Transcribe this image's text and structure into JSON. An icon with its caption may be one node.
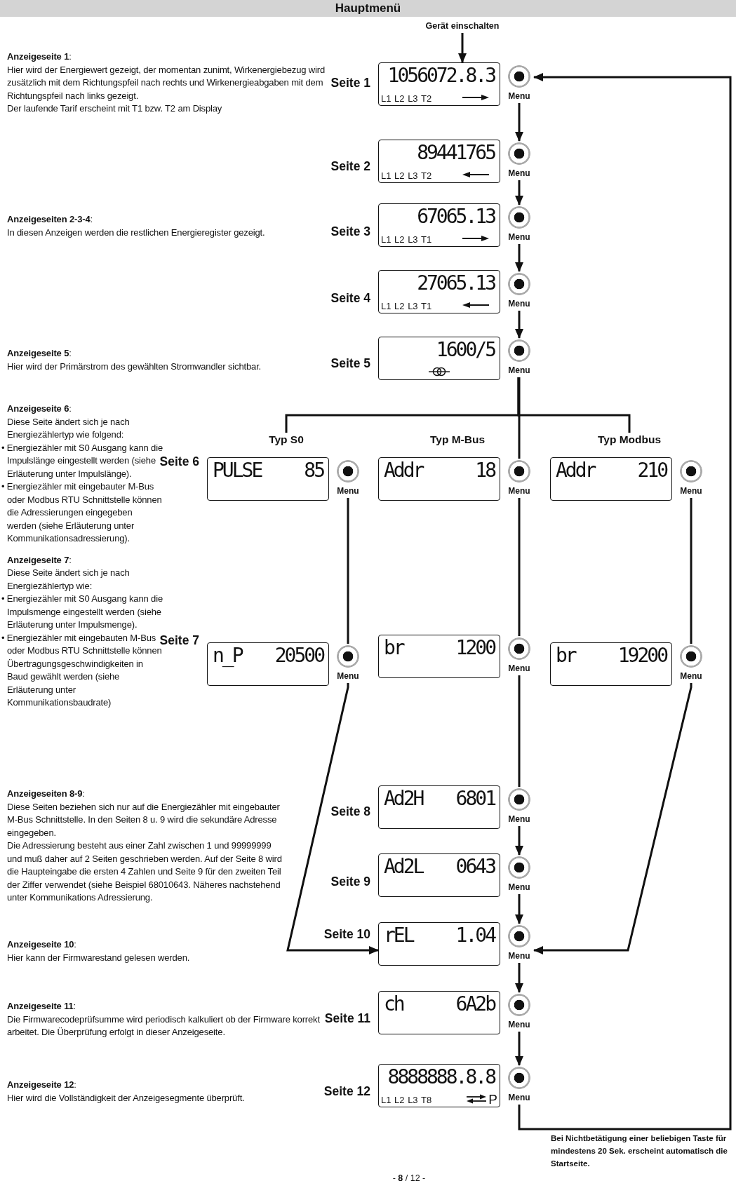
{
  "diagram": {
    "title": "Hauptmenü",
    "nodes": [
      {
        "text": [
          "Gerät einschalten"
        ]
      },
      {
        "text": [
          "1056072.8.3",
          "L1 L2 L3 T2"
        ],
        "beside": [
          "Seite 1"
        ]
      },
      {
        "text": [
          "Menu"
        ]
      },
      {
        "text": [
          "89441765",
          "L1 L2 L3 T2"
        ],
        "beside": [
          "Seite 2"
        ]
      },
      {
        "text": [
          "Menu"
        ]
      },
      {
        "text": [
          "67065.13",
          "L1 L2 L3 T1"
        ],
        "beside": [
          "Seite 3"
        ]
      },
      {
        "text": [
          "Menu"
        ]
      },
      {
        "text": [
          "27065.13",
          "L1 L2 L3 T1"
        ],
        "beside": [
          "Seite 4"
        ]
      },
      {
        "text": [
          "Menu"
        ]
      },
      {
        "text": [
          "1600/5"
        ],
        "beside": [
          "Seite 5"
        ]
      },
      {
        "text": [
          "Menu"
        ]
      },
      {
        "text": [
          "Typ S0"
        ]
      },
      {
        "text": [
          "Typ Modbus"
        ]
      },
      {
        "text": [
          "PULSE 85"
        ],
        "beside": [
          "Seite 6"
        ]
      },
      {
        "text": [
          "Menu"
        ]
      },
      {
        "text": [
          "Addr 18"
        ]
      },
      {
        "text": [
          "Menu"
        ]
      },
      {
        "text": [
          "Addr 210"
        ]
      },
      {
        "text": [
          "Menu"
        ]
      },
      {
        "text": [
          "n_P 20500"
        ],
        "beside": [
          "Seite 7"
        ]
      },
      {
        "text": [
          "Menu"
        ]
      },
      {
        "text": [
          "br 1200"
        ]
      },
      {
        "text": [
          "Menu"
        ]
      },
      {
        "text": [
          "br 19200"
        ]
      },
      {
        "text": [
          "Menu"
        ]
      },
      {
        "text": [
          "Ad2H 6801"
        ],
        "beside": [
          "Seite 8"
        ]
      },
      {
        "text": [
          "Menu"
        ]
      },
      {
        "text": [
          "Ad2L 0643"
        ],
        "beside": [
          "Seite 9"
        ]
      },
      {
        "text": [
          "Menu"
        ]
      },
      {
        "text": [
          "rEL 1.04"
        ],
        "beside": [
          "Seite 10"
        ]
      },
      {
        "text": [
          "Menu"
        ]
      },
      {
        "text": [
          "ch 6A2b"
        ],
        "beside": [
          "Seite 11"
        ]
      },
      {
        "text": [
          "Menu"
        ]
      },
      {
        "text": [
          "8888888.8.8",
          "L1 L2 L3 T8",
          "P"
        ],
        "beside": [
          "Seite 12"
        ]
      },
      {
        "text": [
          "Menu"
        ]
      }
    ],
    "edges": [
      {
        "from": 0,
        "to": 1,
        "arrow": "to"
      },
      {
        "from": 2,
        "to": 4,
        "arrow": "to"
      },
      {
        "from": 4,
        "to": 6,
        "arrow": "to"
      },
      {
        "from": 6,
        "to": 8,
        "arrow": "to"
      },
      {
        "from": 8,
        "to": 10,
        "arrow": "to"
      },
      {
        "from": 10,
        "to": 11,
        "arrow": "none"
      },
      {
        "from": 10,
        "to": 16,
        "arrow": "none"
      },
      {
        "from": 10,
        "to": 12,
        "arrow": "none"
      },
      {
        "from": 14,
        "to": 20,
        "arrow": "none"
      },
      {
        "from": 20,
        "to": 29,
        "arrow": "to"
      },
      {
        "from": 16,
        "to": 22,
        "arrow": "none"
      },
      {
        "from": 22,
        "to": 26,
        "arrow": "none"
      },
      {
        "from": 18,
        "to": 24,
        "arrow": "none"
      },
      {
        "from": 24,
        "to": 30,
        "arrow": "to"
      },
      {
        "from": 26,
        "to": 28,
        "arrow": "to"
      },
      {
        "from": 28,
        "to": 30,
        "arrow": "to"
      },
      {
        "from": 30,
        "to": 32,
        "arrow": "to"
      },
      {
        "from": 32,
        "to": 34,
        "arrow": "to"
      },
      {
        "from": 34,
        "to": 2,
        "arrow": "to"
      }
    ],
    "labels": [
      "**Anzeigeseite 1**:",
      "Hier wird der Energiewert gezeigt, der momentan zunimt, Wirkenergiebezug wird zusätzlich mit dem Richtungspfeil nach rechts und Wirkenergieabgaben mit dem Richtungspfeil nach links gezeigt.",
      "Der laufende Tarif erscheint mit T1 bzw. T2 am Display",
      "**Anzeigeseiten 2-3-4**:",
      "In diesen Anzeigen werden die restlichen Energieregister gezeigt.",
      "**Anzeigeseite 5**:",
      "Hier wird der Primärstrom des gewählten Stromwandler sichtbar.",
      "**Anzeigeseite 6**:",
      "Diese Seite ändert sich je nach Energiezählertyp wie folgend:",
      "Typ M-Bus",
      "• Energiezähler mit S0 Ausgang kann die Impulslänge eingestellt werden (siehe Erläuterung unter Impulslänge).",
      "• Energiezähler mit eingebauter M-Bus oder Modbus RTU Schnittstelle können die Adressierungen eingegeben werden (siehe Erläuterung unter Kommunikationsadressierung).",
      "**Anzeigeseite 7**:",
      "Diese Seite ändert sich je nach Energiezählertyp wie:",
      "• Energiezähler mit S0 Ausgang kann die Impulsmenge eingestellt werden (siehe Erläuterung unter Impulsmenge).",
      "• Energiezähler mit eingebauten M-Bus oder Modbus RTU Schnittstelle können Übertragungsgeschwindigkeiten in Baud gewählt werden (siehe Erläuterung unter Kommunikationsbaudrate)",
      "**Anzeigeseiten 8-9**:",
      "Diese Seiten beziehen sich nur auf die Energiezähler mit eingebauter M-Bus Schnittstelle. In den Seiten 8 u. 9 wird die sekundäre Adresse eingegeben.",
      "Die Adressierung besteht aus einer Zahl zwischen 1 und 99999999 und muß daher auf 2 Seiten geschrieben werden. Auf der Seite 8 wird die Haupteingabe die ersten 4 Zahlen und Seite 9 für den zweiten Teil der Ziffer verwendet (siehe Beispiel 68010643. Näheres nachstehend unter Kommunikations Adressierung.",
      "**Anzeigeseite 10**:",
      "Hier kann der Firmwarestand gelesen werden.",
      "**Anzeigeseite 11**:",
      "Die Firmwarecodeprüfsumme wird periodisch kalkuliert ob der Firmware korrekt arbeitet. Die Überprüfung erfolgt in dieser Anzeigeseite.",
      "**Anzeigeseite 12**:",
      "Hier wird die Vollständigkeit der Anzeigesegmente überprüft.",
      "Bei Nichtbetätigung einer beliebigen Taste für mindestens 20 Sek. erscheint automatisch die Startseite.",
      "- **8** / 12 -"
    ]
  }
}
